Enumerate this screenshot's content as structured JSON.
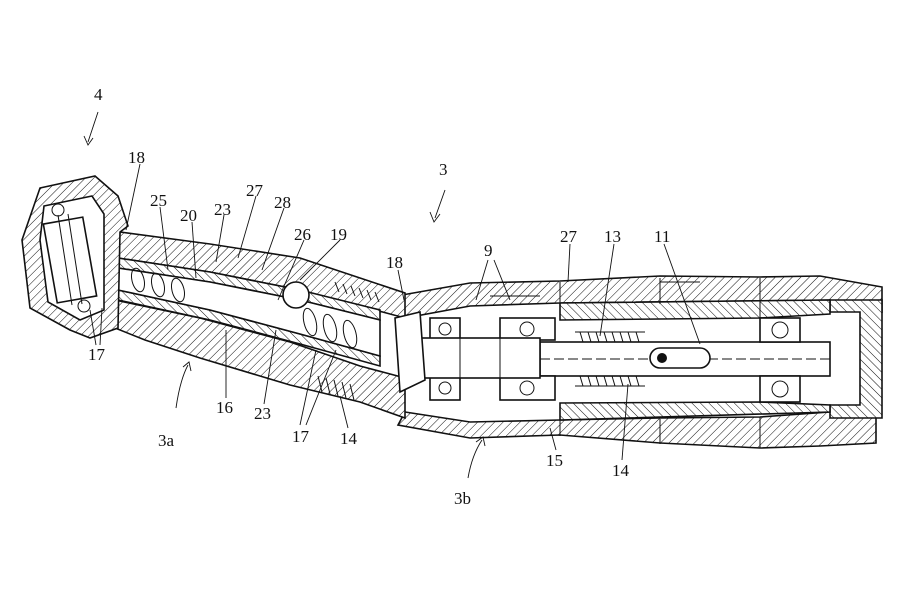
{
  "figure": {
    "reference_numerals": [
      {
        "id": "ref-4",
        "text": "4"
      },
      {
        "id": "ref-3",
        "text": "3"
      },
      {
        "id": "ref-18-top",
        "text": "18"
      },
      {
        "id": "ref-25",
        "text": "25"
      },
      {
        "id": "ref-20",
        "text": "20"
      },
      {
        "id": "ref-23-top",
        "text": "23"
      },
      {
        "id": "ref-27-left",
        "text": "27"
      },
      {
        "id": "ref-28",
        "text": "28"
      },
      {
        "id": "ref-26",
        "text": "26"
      },
      {
        "id": "ref-19",
        "text": "19"
      },
      {
        "id": "ref-18-mid",
        "text": "18"
      },
      {
        "id": "ref-9",
        "text": "9"
      },
      {
        "id": "ref-27-right",
        "text": "27"
      },
      {
        "id": "ref-13",
        "text": "13"
      },
      {
        "id": "ref-11",
        "text": "11"
      },
      {
        "id": "ref-17-left",
        "text": "17"
      },
      {
        "id": "ref-16",
        "text": "16"
      },
      {
        "id": "ref-3a",
        "text": "3a"
      },
      {
        "id": "ref-23-bottom",
        "text": "23"
      },
      {
        "id": "ref-17-bottom",
        "text": "17"
      },
      {
        "id": "ref-14-left",
        "text": "14"
      },
      {
        "id": "ref-15",
        "text": "15"
      },
      {
        "id": "ref-14-right",
        "text": "14"
      },
      {
        "id": "ref-3b",
        "text": "3b"
      }
    ]
  }
}
